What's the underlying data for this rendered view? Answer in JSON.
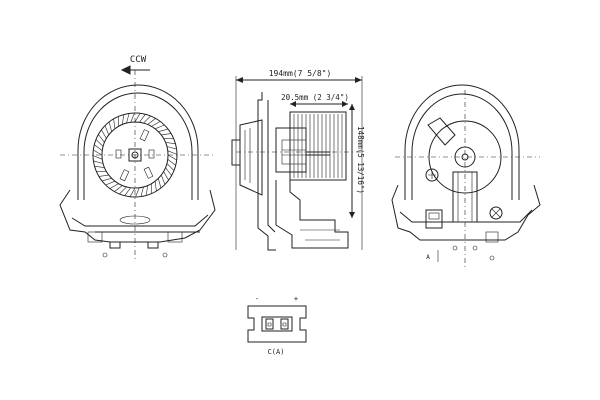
{
  "rotation_label": "CCW",
  "width_dimension": "194mm(7 5/8\")",
  "depth_dimension": "20.5mm (2 3/4\")",
  "height_dimension": "148mm(5 13/16\")",
  "connector": {
    "neg_mark": "-",
    "pos_mark": "+",
    "caption": "C(A)"
  },
  "rear_small_mark": "A"
}
